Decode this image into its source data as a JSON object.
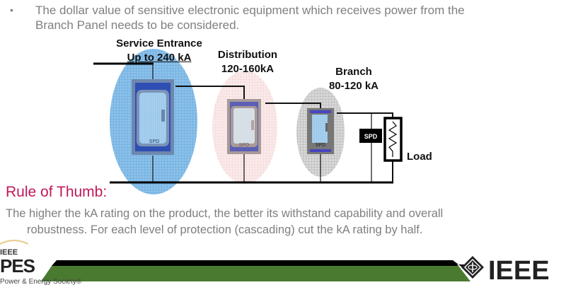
{
  "bullet": {
    "marker": "•",
    "text_line1": "The dollar value of sensitive electronic equipment which receives power from the",
    "text_line2": "Branch Panel needs to be considered."
  },
  "diagram": {
    "levels": [
      {
        "name": "Service Entrance",
        "rating": "Up to 240 kA",
        "panel_label": "SPD",
        "halo_color": "#5ea7dc",
        "panel_color": "#2f4fb5"
      },
      {
        "name": "Distribution",
        "rating": "120-160kA",
        "panel_label": "SPD",
        "halo_color": "#f3d6d6",
        "panel_color": "#a89a98"
      },
      {
        "name": "Branch",
        "rating": "80-120 kA",
        "panel_label": "SPD",
        "halo_color": "#bdbdbd",
        "panel_color": "#777777"
      }
    ],
    "point_of_use_spd": "SPD",
    "load_label": "Load"
  },
  "rule": {
    "title": "Rule of Thumb:",
    "line1": "The higher the kA rating on the product, the better its withstand capability and overall",
    "line2": "robustness.  For each  level of protection (cascading) cut the kA rating by half."
  },
  "footer": {
    "pes_small": "IEEE",
    "pes_big": "PES",
    "pes_society": "Power & Energy Society®",
    "ieee_brand": "IEEE",
    "bar_color": "#4a7a30"
  }
}
